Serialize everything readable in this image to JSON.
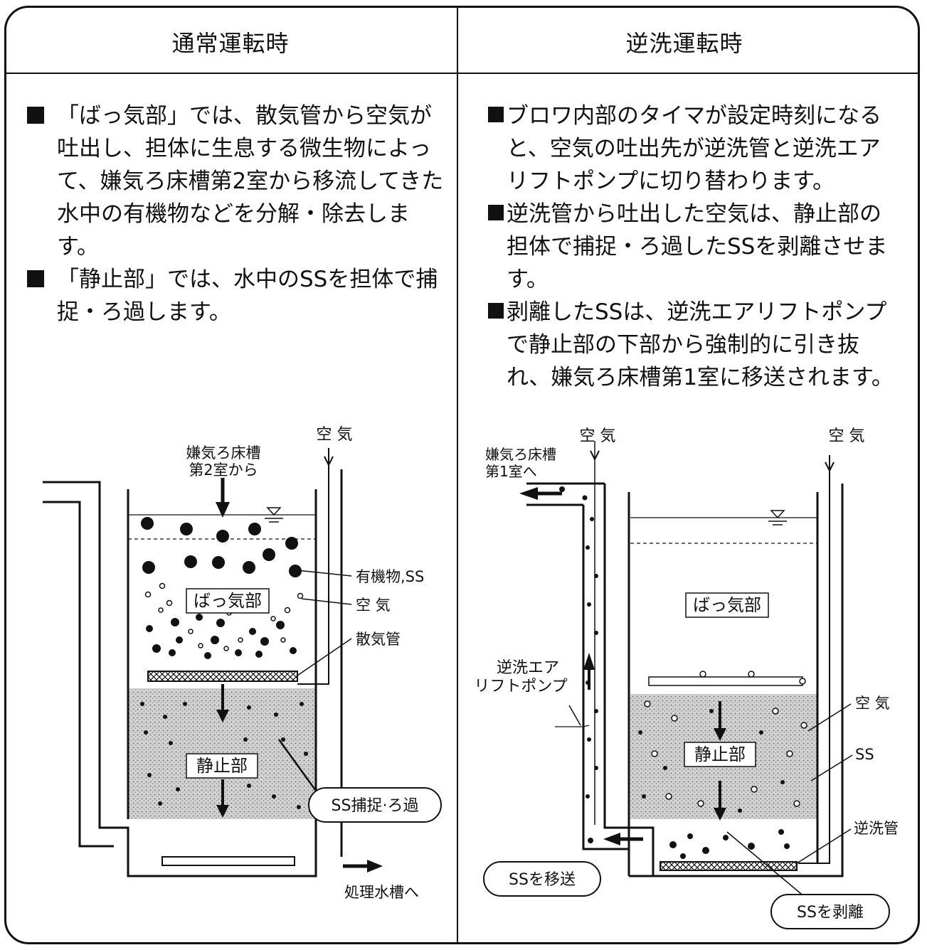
{
  "normal": {
    "title": "通常運転時",
    "bullets": [
      "「ばっ気部」では、散気管から空気が吐出し、担体に生息する微生物によって、嫌気ろ床槽第2室から移流してきた水中の有機物などを分解・除去します。",
      "「静止部」では、水中のSSを担体で捕捉・ろ過します。"
    ],
    "diagram": {
      "inflow_label_1": "嫌気ろ床槽",
      "inflow_label_2": "第2室から",
      "air_label": "空 気",
      "organic_label": "有機物,SS",
      "bubble_label": "空 気",
      "diffuser_label": "散気管",
      "aeration_label": "ばっ気部",
      "static_label": "静止部",
      "capture_label": "SS捕捉·ろ過",
      "outflow_label": "処理水槽へ"
    }
  },
  "backwash": {
    "title": "逆洗運転時",
    "bullets": [
      "ブロワ内部のタイマが設定時刻になると、空気の吐出先が逆洗管と逆洗エアリフトポンプに切り替わります。",
      "逆洗管から吐出した空気は、静止部の担体で捕捉・ろ過したSSを剥離させます。",
      "剥離したSSは、逆洗エアリフトポンプで静止部の下部から強制的に引き抜れ、嫌気ろ床槽第1室に移送されます。"
    ],
    "diagram": {
      "air_label_pump": "空 気",
      "air_label_right": "空 気",
      "outflow_label_1": "嫌気ろ床槽",
      "outflow_label_2": "第1室へ",
      "pump_label_1": "逆洗エア",
      "pump_label_2": "リフトポンプ",
      "aeration_label": "ばっ気部",
      "static_label": "静止部",
      "bubble_label": "空 気",
      "ss_label": "SS",
      "backwash_pipe_label": "逆洗管",
      "transfer_label": "SSを移送",
      "detach_label": "SSを剥離"
    }
  }
}
